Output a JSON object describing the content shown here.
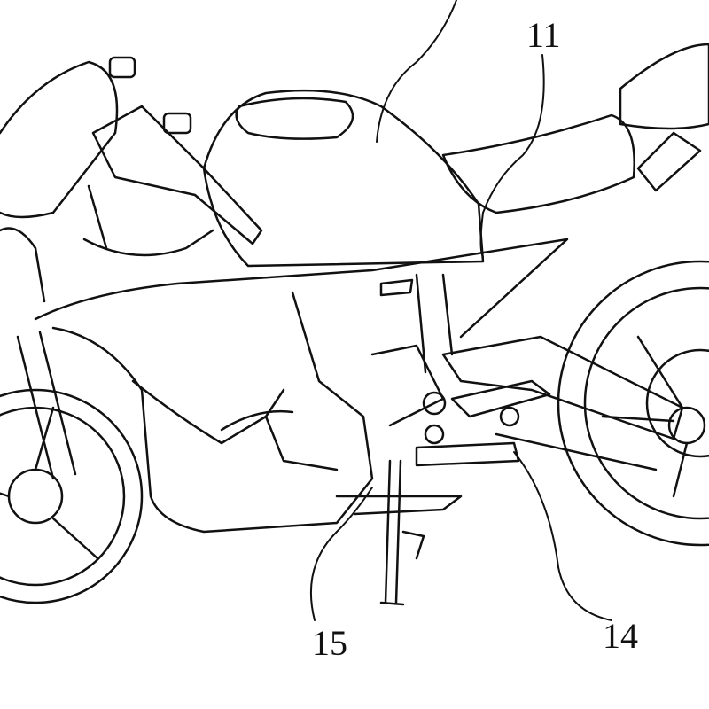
{
  "figure": {
    "labels": [
      {
        "id": "11",
        "text": "11"
      },
      {
        "id": "15",
        "text": "15"
      },
      {
        "id": "14",
        "text": "14"
      }
    ]
  }
}
